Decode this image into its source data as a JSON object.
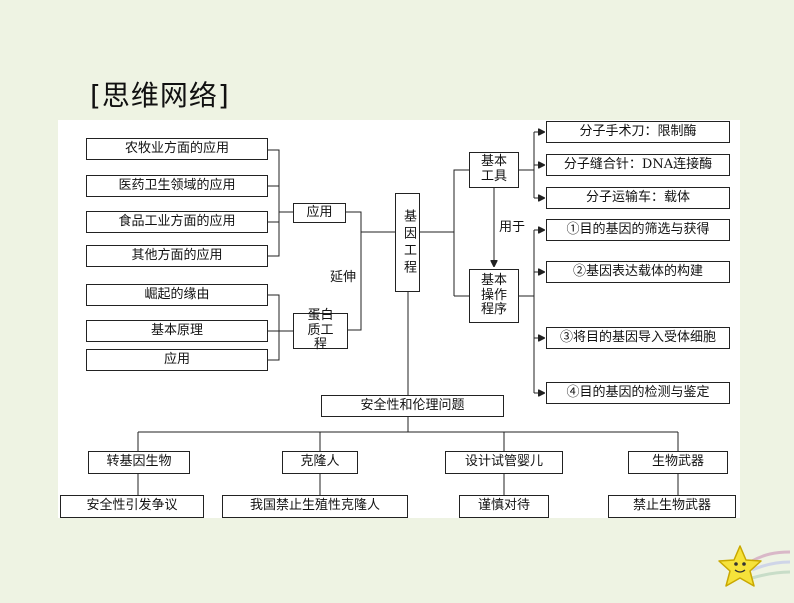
{
  "title": "[思维网络]",
  "center": "基因工程",
  "applications": {
    "items": [
      "农牧业方面的应用",
      "医药卫生领域的应用",
      "食品工业方面的应用",
      "其他方面的应用"
    ],
    "node": "应用"
  },
  "extend_label": "延伸",
  "protein": {
    "items": [
      "崛起的缘由",
      "基本原理",
      "应用"
    ],
    "node": "蛋白质工程"
  },
  "tools": {
    "node": "基本工具",
    "items": [
      "分子手术刀：限制酶",
      "分子缝合针：DNA连接酶",
      "分子运输车：载体"
    ]
  },
  "used_for_label": "用于",
  "procedure": {
    "node": "基本操作程序",
    "steps": [
      "①目的基因的筛选与获得",
      "②基因表达载体的构建",
      "③将目的基因导入受体细胞",
      "④目的基因的检测与鉴定"
    ]
  },
  "safety": {
    "node": "安全性和伦理问题",
    "topics": [
      {
        "name": "转基因生物",
        "result": "安全性引发争议"
      },
      {
        "name": "克隆人",
        "result": "我国禁止生殖性克隆人"
      },
      {
        "name": "设计试管婴儿",
        "result": "谨慎对待"
      },
      {
        "name": "生物武器",
        "result": "禁止生物武器"
      }
    ]
  }
}
